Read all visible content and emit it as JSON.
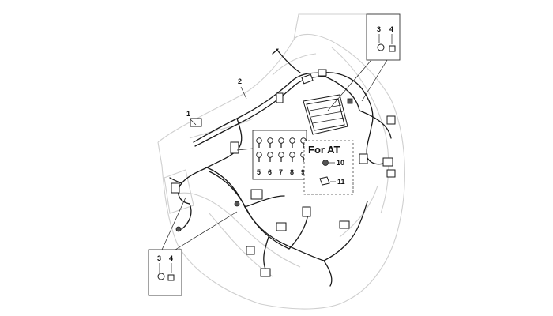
{
  "callouts": {
    "c1": "1",
    "c2": "2",
    "box_top": [
      "3",
      "4"
    ],
    "box_bottom": [
      "3",
      "4"
    ],
    "terminals": [
      "5",
      "6",
      "7",
      "8",
      "9"
    ],
    "for_at_title": "For AT",
    "for_at_items": [
      "10",
      "11"
    ]
  }
}
